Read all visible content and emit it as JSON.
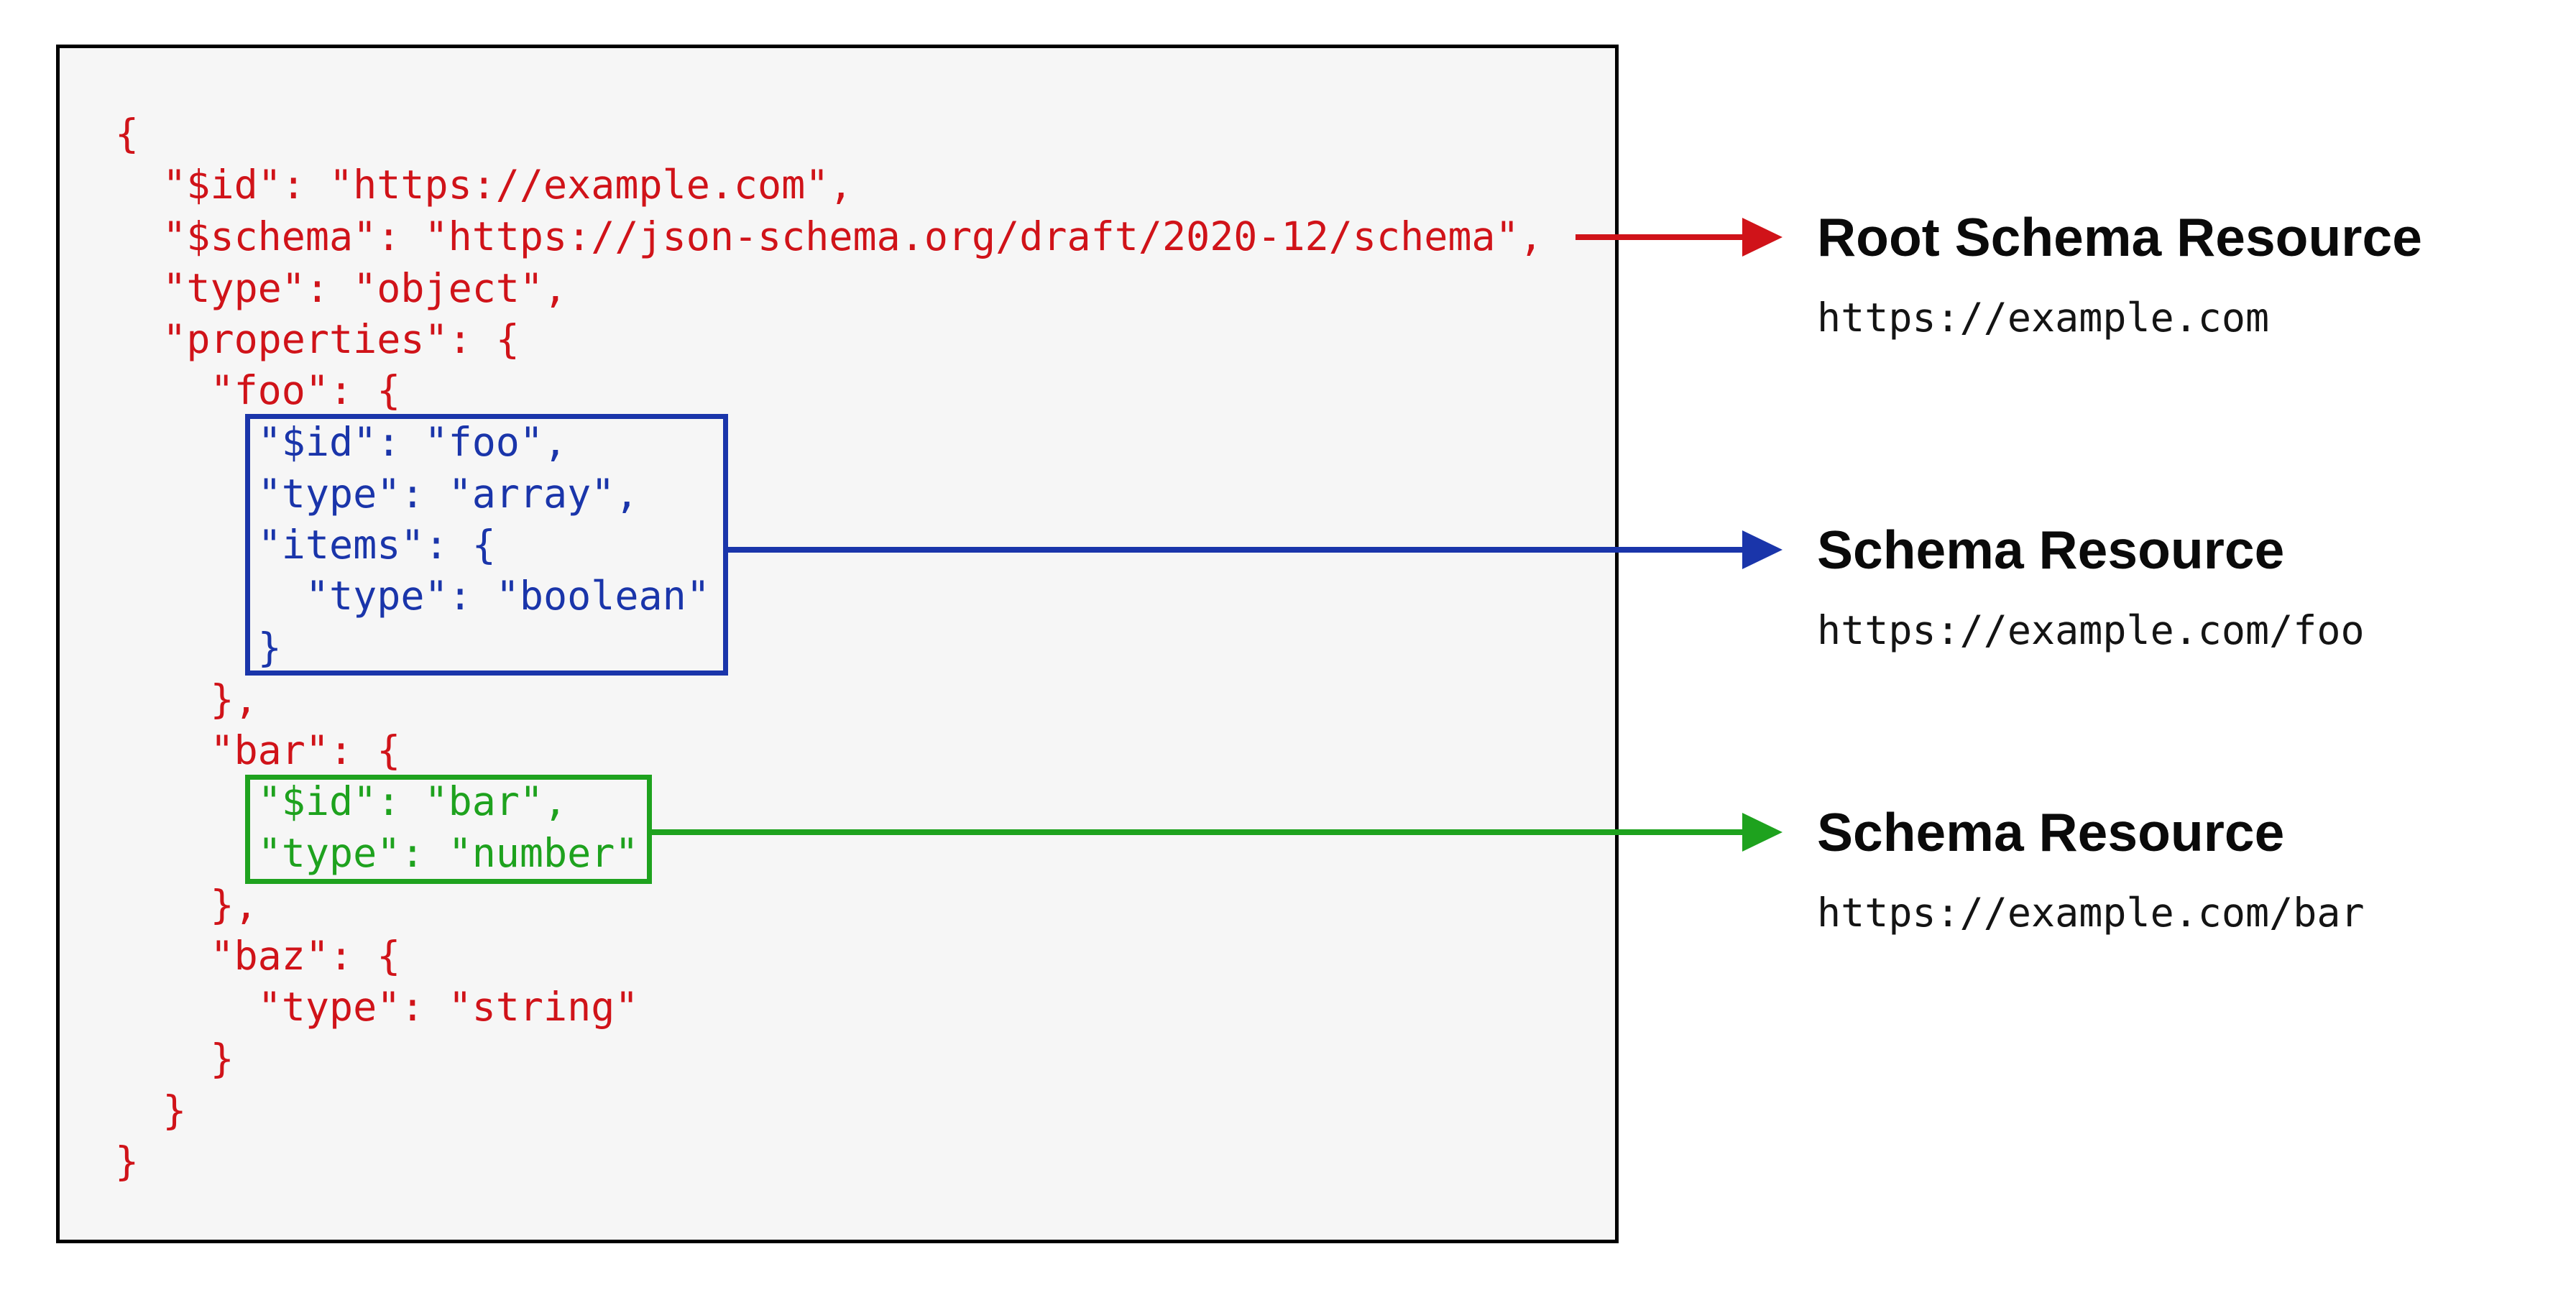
{
  "figure": {
    "description": "JSON Schema document with embedded schema resources highlighted",
    "panel_background": "#f6f6f6",
    "page_background": "#ffffff",
    "colors": {
      "red": "#d01319",
      "blue": "#1a35aa",
      "green": "#1ea21e",
      "label_black": "#0a0a0a"
    }
  },
  "code": {
    "lines": [
      "{",
      "  \"$id\": \"https://example.com\",",
      "  \"$schema\": \"https://json-schema.org/draft/2020-12/schema\",",
      "  \"type\": \"object\",",
      "  \"properties\": {",
      "    \"foo\": {",
      "      \"$id\": \"foo\",",
      "      \"type\": \"array\",",
      "      \"items\": {",
      "        \"type\": \"boolean\"",
      "      }",
      "    },",
      "    \"bar\": {",
      "      \"$id\": \"bar\",",
      "      \"type\": \"number\"",
      "    },",
      "    \"baz\": {",
      "      \"type\": \"string\"",
      "    }",
      "  }",
      "}"
    ]
  },
  "annotations": [
    {
      "title": "Root Schema Resource",
      "uri": "https://example.com",
      "accent": "red"
    },
    {
      "title": "Schema Resource",
      "uri": "https://example.com/foo",
      "accent": "blue"
    },
    {
      "title": "Schema Resource",
      "uri": "https://example.com/bar",
      "accent": "green"
    }
  ]
}
